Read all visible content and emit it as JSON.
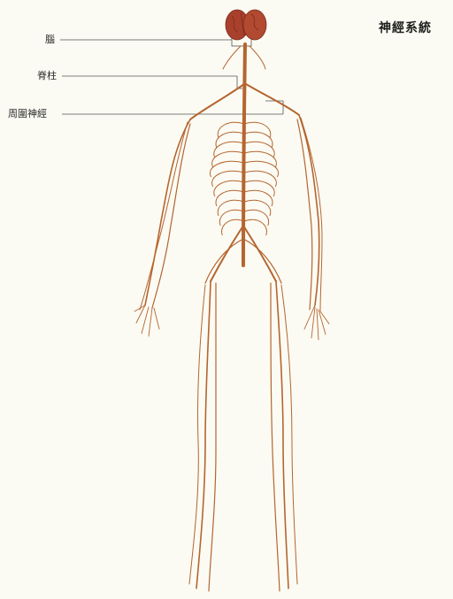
{
  "diagram": {
    "title": "神經系統",
    "labels": {
      "brain": "腦",
      "spine": "脊柱",
      "peripheral": "周圍神經"
    },
    "colors": {
      "background": "#fbfbf3",
      "nerve": "#b5652f",
      "brain": "#a9402b",
      "leader_line": "#555555"
    }
  }
}
